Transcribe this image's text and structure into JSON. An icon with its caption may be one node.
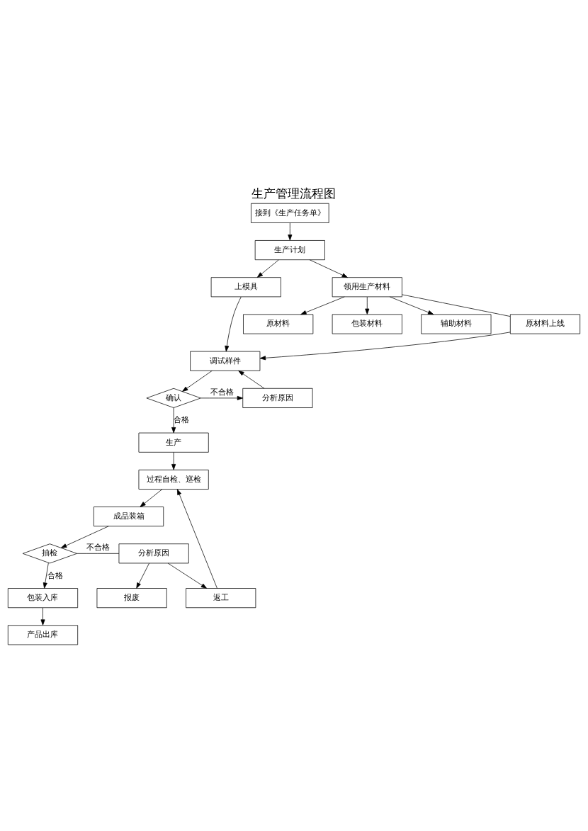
{
  "diagram": {
    "title": "生产管理流程图",
    "nodes": [
      {
        "text": [
          "接到《生产任务单》"
        ]
      },
      {
        "text": [
          "生产计划"
        ]
      },
      {
        "text": [
          "上模具"
        ]
      },
      {
        "text": [
          "领用生产材料"
        ]
      },
      {
        "text": [
          "原材料上线"
        ]
      },
      {
        "text": [
          "调试样件"
        ]
      },
      {
        "text": [
          "原材料"
        ]
      },
      {
        "text": [
          "包装材料"
        ]
      },
      {
        "text": [
          "辅助材料"
        ]
      },
      {
        "text": [
          "分析原因"
        ]
      },
      {
        "text": [
          "确认"
        ]
      },
      {
        "text": [
          "生产"
        ]
      },
      {
        "text": [
          "过程自检、巡检"
        ]
      },
      {
        "text": [
          "成品装箱"
        ]
      },
      {
        "text": [
          "抽检"
        ]
      },
      {
        "text": [
          "分析原因"
        ]
      },
      {
        "text": [
          "返工"
        ]
      },
      {
        "text": [
          "报废"
        ]
      },
      {
        "text": [
          "包装入库"
        ]
      },
      {
        "text": [
          "产品出库"
        ]
      }
    ],
    "edges": [
      {
        "from": 0,
        "to": 1,
        "arrow": "to"
      },
      {
        "from": 1,
        "to": 2,
        "arrow": "to"
      },
      {
        "from": 1,
        "to": 3,
        "arrow": "to"
      },
      {
        "from": 3,
        "to": 4,
        "arrow": "none"
      },
      {
        "from": 4,
        "to": 5,
        "arrow": "to"
      },
      {
        "from": 2,
        "to": 5,
        "arrow": "to"
      },
      {
        "from": 3,
        "to": 6,
        "arrow": "to"
      },
      {
        "from": 3,
        "to": 7,
        "arrow": "to"
      },
      {
        "from": 3,
        "to": 8,
        "arrow": "to"
      },
      {
        "from": 5,
        "to": 10,
        "arrow": "to"
      },
      {
        "from": 10,
        "to": 9,
        "arrow": "to",
        "label": "不合格"
      },
      {
        "from": 9,
        "to": 5,
        "arrow": "to"
      },
      {
        "from": 10,
        "to": 11,
        "arrow": "to",
        "label": "合格"
      },
      {
        "from": 11,
        "to": 12,
        "arrow": "to"
      },
      {
        "from": 16,
        "to": 12,
        "arrow": "to"
      },
      {
        "from": 12,
        "to": 13,
        "arrow": "to"
      },
      {
        "from": 13,
        "to": 14,
        "arrow": "to"
      },
      {
        "from": 14,
        "to": 15,
        "arrow": "none",
        "label": "不合格"
      },
      {
        "from": 15,
        "to": 16,
        "arrow": "to"
      },
      {
        "from": 15,
        "to": 17,
        "arrow": "to"
      },
      {
        "from": 14,
        "to": 18,
        "arrow": "to",
        "label": "合格"
      },
      {
        "from": 18,
        "to": 19,
        "arrow": "to"
      }
    ]
  }
}
